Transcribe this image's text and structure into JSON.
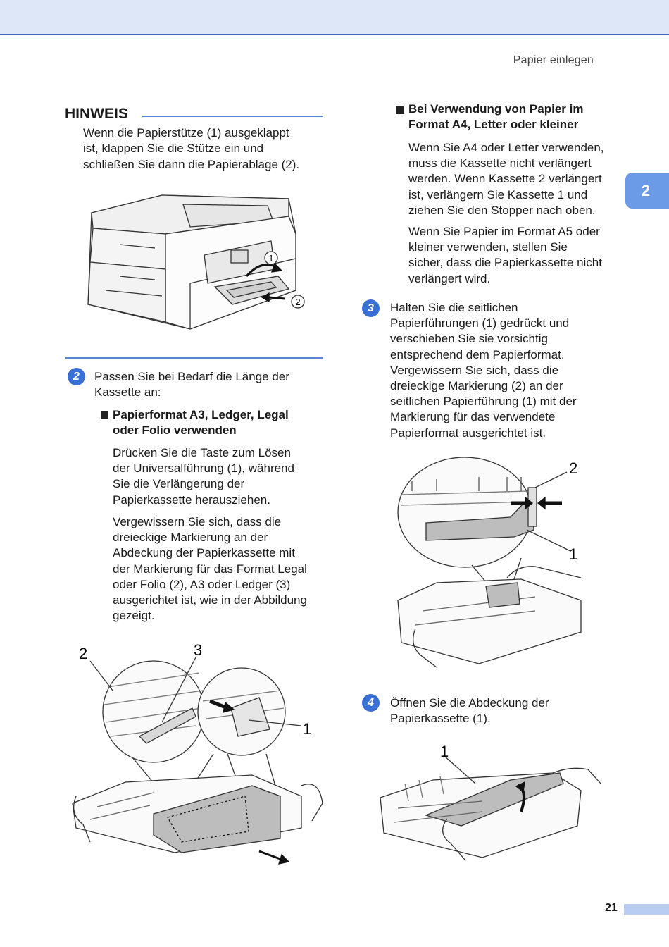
{
  "header": {
    "running_title": "Papier einlegen",
    "chapter": "2"
  },
  "note": {
    "title": "HINWEIS",
    "lines": [
      "Wenn die Papierstütze (1) ausgeklappt",
      "ist, klappen Sie die Stütze ein und",
      "schließen Sie dann die Papierablage (2)."
    ],
    "fig_labels": [
      "1",
      "2"
    ]
  },
  "step2": {
    "number": "2",
    "lines": [
      "Passen Sie bei Bedarf die Länge der",
      "Kassette an:"
    ],
    "bullet_a": {
      "heading": [
        "Papierformat A3, Ledger, Legal",
        "oder Folio verwenden"
      ],
      "para1": [
        "Drücken Sie die Taste zum Lösen",
        "der Universalführung (1), während",
        "Sie die Verlängerung der",
        "Papierkassette herausziehen."
      ],
      "para2": [
        "Vergewissern Sie sich, dass die",
        "dreieckige Markierung an der",
        "Abdeckung der Papierkassette mit",
        "der Markierung für das Format Legal",
        "oder Folio (2), A3 oder Ledger (3)",
        "ausgerichtet ist, wie in der Abbildung",
        "gezeigt."
      ],
      "fig_labels": [
        "2",
        "3",
        "1"
      ]
    },
    "bullet_b": {
      "heading": [
        "Bei Verwendung von Papier im",
        "Format A4, Letter oder kleiner"
      ],
      "para1": [
        "Wenn Sie A4 oder Letter verwenden,",
        "muss die Kassette nicht verlängert",
        "werden. Wenn Kassette 2 verlängert",
        "ist, verlängern Sie Kassette 1 und",
        "ziehen Sie den Stopper nach oben."
      ],
      "para2": [
        "Wenn Sie Papier im Format A5 oder",
        "kleiner verwenden, stellen Sie",
        "sicher, dass die Papierkassette nicht",
        "verlängert wird."
      ]
    }
  },
  "step3": {
    "number": "3",
    "lines": [
      "Halten Sie die seitlichen",
      "Papierführungen (1) gedrückt und",
      "verschieben Sie sie vorsichtig",
      "entsprechend dem Papierformat.",
      "Vergewissern Sie sich, dass die",
      "dreieckige Markierung (2) an der",
      "seitlichen Papierführung (1) mit der",
      "Markierung für das verwendete",
      "Papierformat ausgerichtet ist."
    ],
    "fig_labels": [
      "2",
      "1"
    ]
  },
  "step4": {
    "number": "4",
    "lines": [
      "Öffnen Sie die Abdeckung der",
      "Papierkassette (1)."
    ],
    "fig_labels": [
      "1"
    ]
  },
  "footer": {
    "page_number": "21"
  }
}
